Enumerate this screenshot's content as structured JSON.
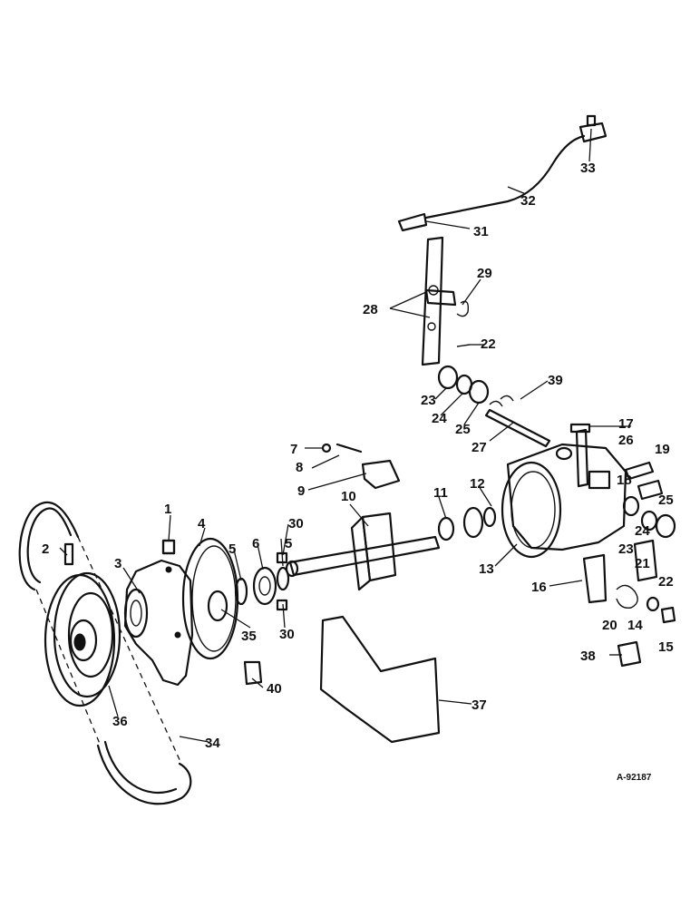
{
  "drawing_ref": "A-92187",
  "callouts": [
    "1",
    "2",
    "3",
    "4",
    "5",
    "5",
    "6",
    "7",
    "8",
    "9",
    "10",
    "11",
    "12",
    "13",
    "14",
    "15",
    "16",
    "17",
    "18",
    "19",
    "20",
    "21",
    "22",
    "22",
    "23",
    "23",
    "24",
    "24",
    "25",
    "25",
    "26",
    "27",
    "28",
    "29",
    "30",
    "30",
    "31",
    "32",
    "33",
    "34",
    "35",
    "36",
    "37",
    "38",
    "39",
    "40"
  ],
  "colors": {
    "ink": "#111111",
    "paper": "#ffffff"
  }
}
